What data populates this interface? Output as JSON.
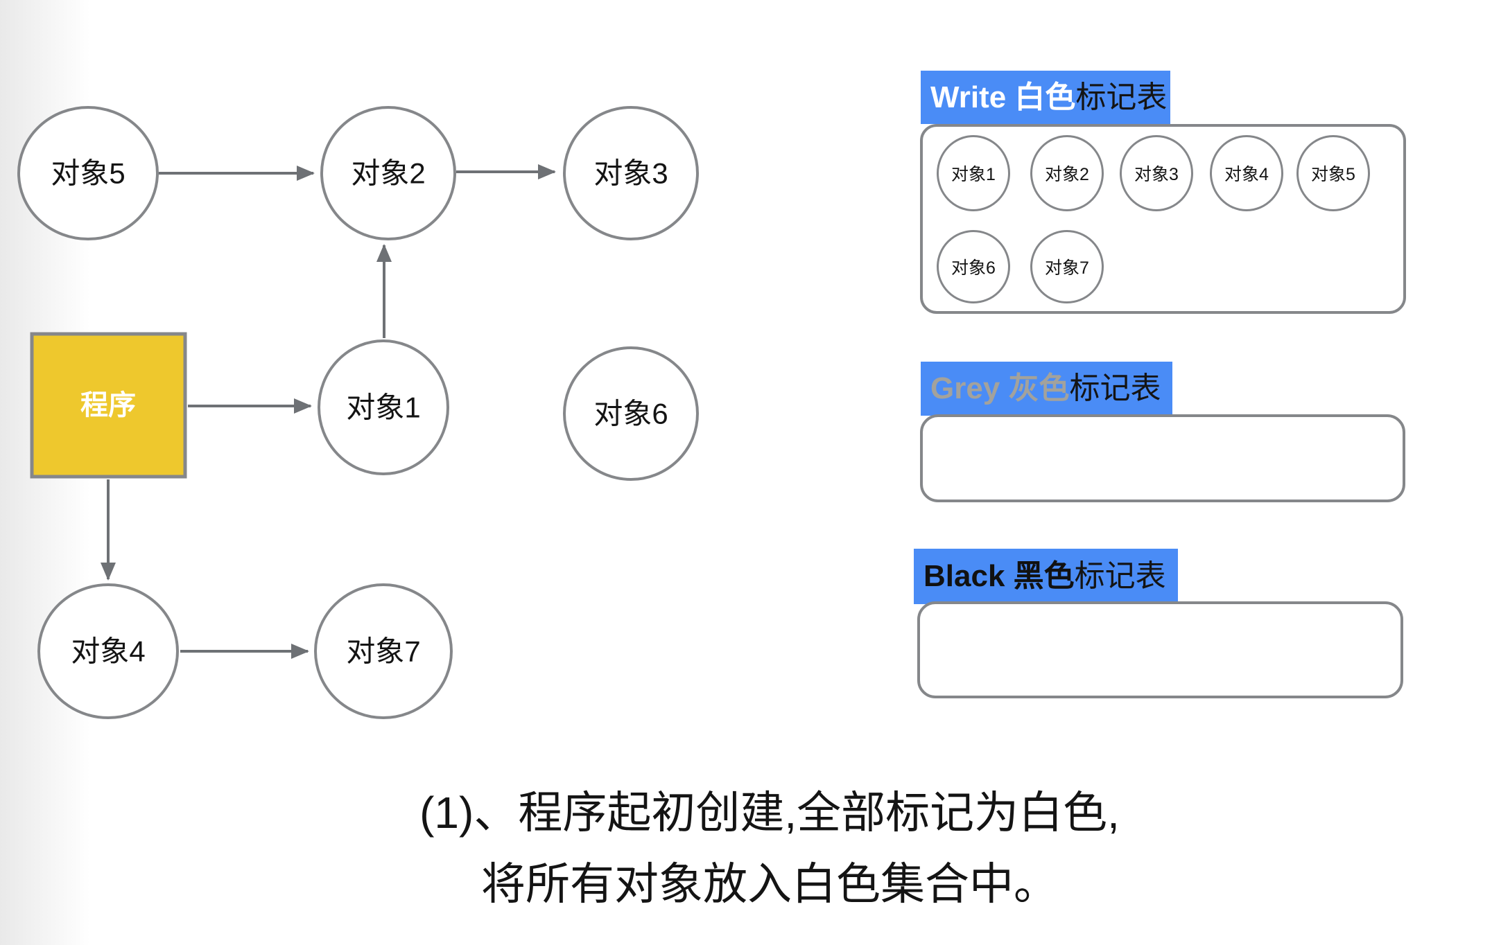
{
  "colors": {
    "accent_blue": "#4a8cf6",
    "program_yellow": "#eec82d",
    "shape_border_grey": "#85878a",
    "arrow_grey": "#6e7175",
    "grey_title_text": "#a3a29c"
  },
  "diagram": {
    "program": {
      "label": "程序"
    },
    "nodes": [
      {
        "label": "对象5"
      },
      {
        "label": "对象2"
      },
      {
        "label": "对象3"
      },
      {
        "label": "对象1"
      },
      {
        "label": "对象6"
      },
      {
        "label": "对象4"
      },
      {
        "label": "对象7"
      }
    ]
  },
  "tables": {
    "white": {
      "title_bold": "Write 白色",
      "title_rest": "标记表",
      "items": [
        "对象1",
        "对象2",
        "对象3",
        "对象4",
        "对象5",
        "对象6",
        "对象7"
      ]
    },
    "grey": {
      "title_bold": "Grey 灰色",
      "title_rest": "标记表",
      "items": []
    },
    "black": {
      "title_bold": "Black 黑色",
      "title_rest": "标记表",
      "items": []
    }
  },
  "caption": {
    "line1": "(1)、程序起初创建,全部标记为白色,",
    "line2": "将所有对象放入白色集合中。"
  }
}
